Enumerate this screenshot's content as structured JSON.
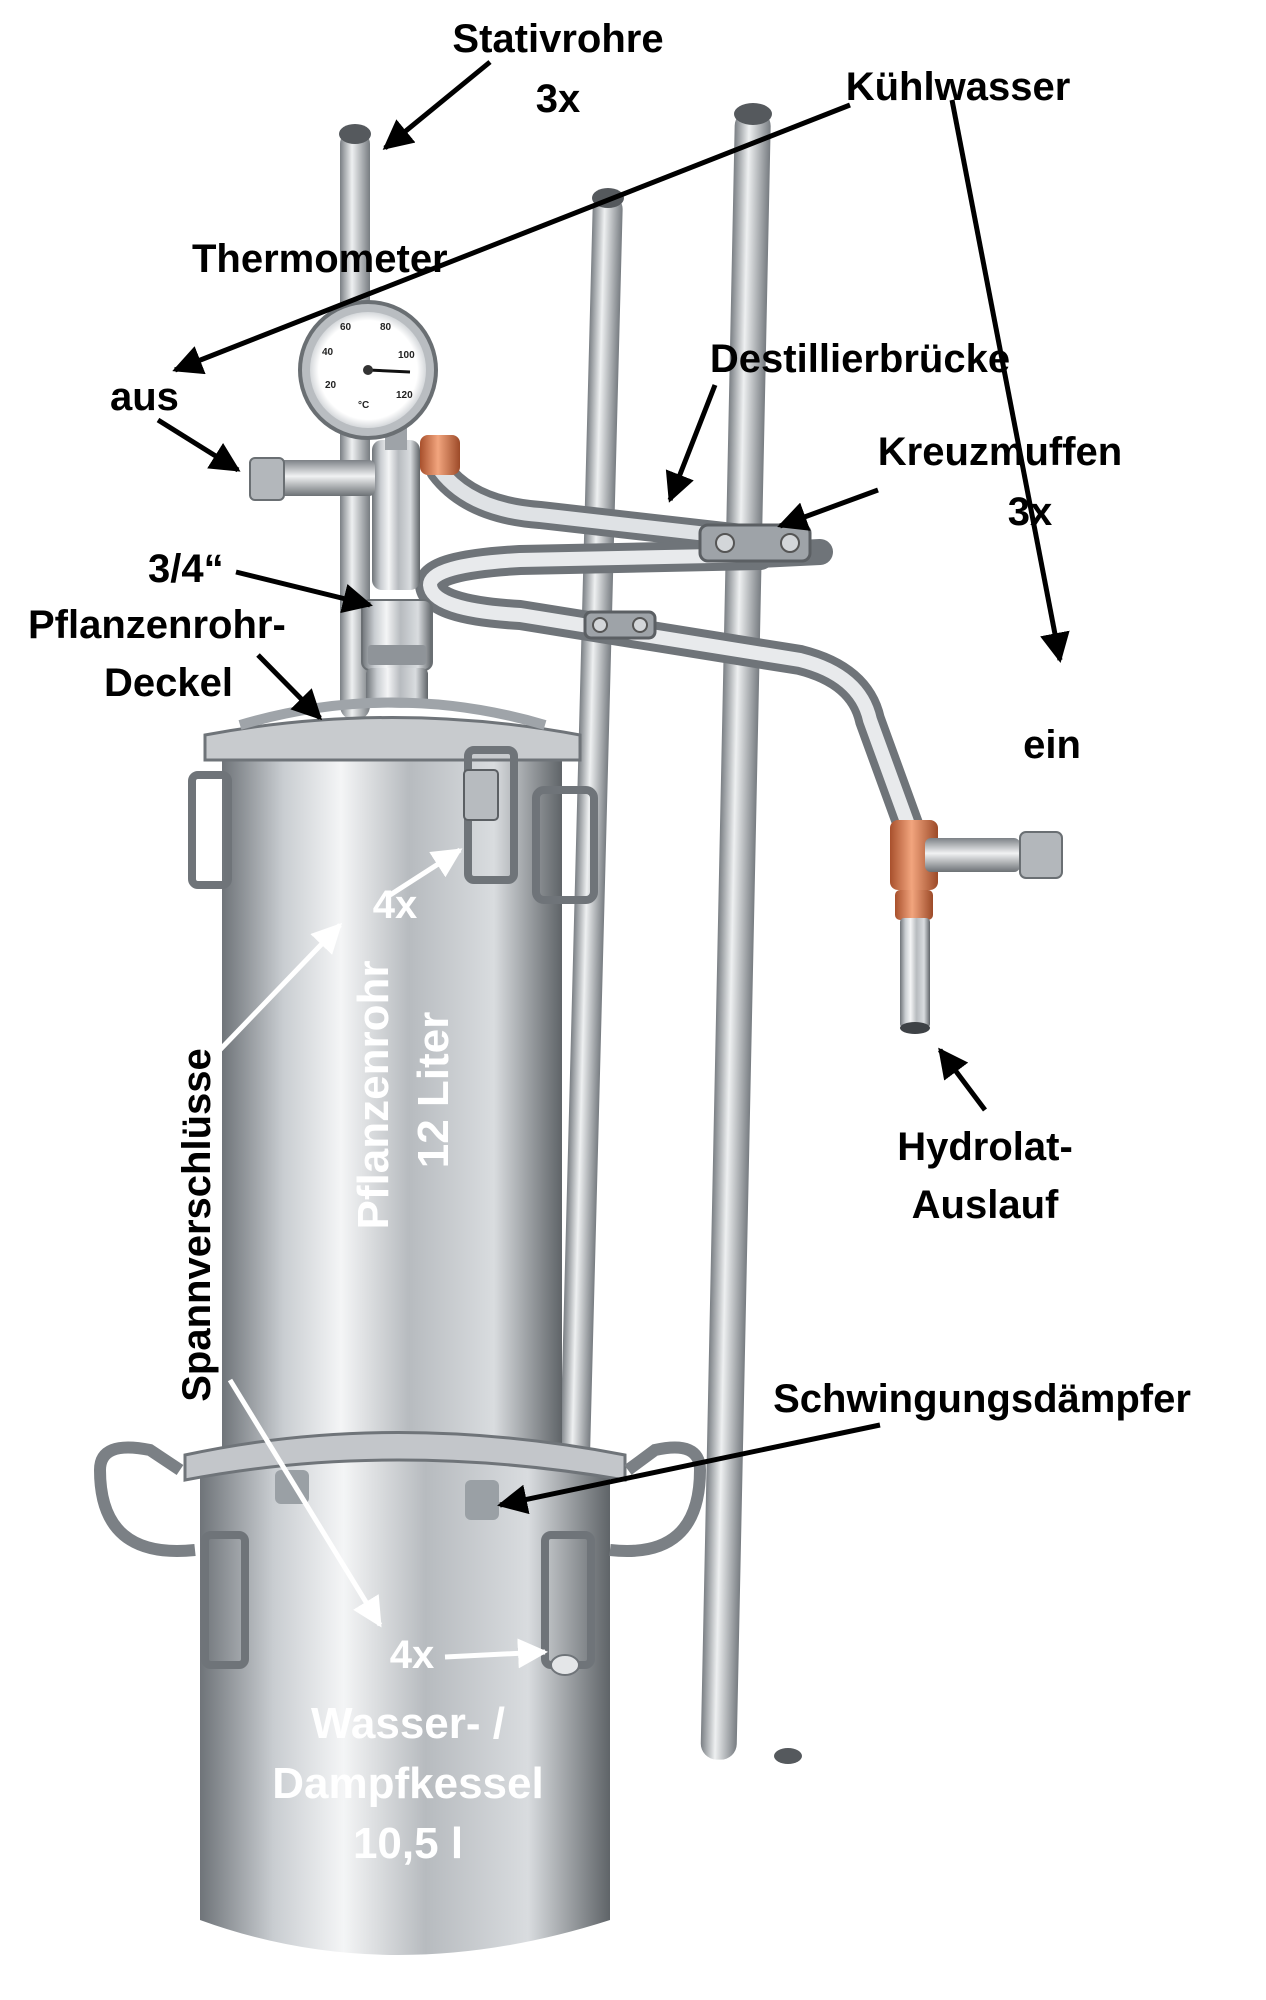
{
  "labels": {
    "stativrohre": "Stativrohre",
    "stativrohre_count": "3x",
    "kuehlwasser": "Kühlwasser",
    "thermometer": "Thermometer",
    "aus": "aus",
    "destillierbruecke": "Destillierbrücke",
    "kreuzmuffen": "Kreuzmuffen",
    "kreuzmuffen_count": "3x",
    "gewinde": "3/4“",
    "pflanzenrohr_deckel_1": "Pflanzenrohr-",
    "pflanzenrohr_deckel_2": "Deckel",
    "ein": "ein",
    "clamps_top_count": "4x",
    "pflanzenrohr_1": "Pflanzenrohr",
    "pflanzenrohr_2": "12 Liter",
    "spannverschluesse": "Spannverschlüsse",
    "hydrolat_1": "Hydrolat-",
    "hydrolat_2": "Auslauf",
    "schwingungsdaempfer": "Schwingungsdämpfer",
    "clamps_bottom_count": "4x",
    "kessel_1": "Wasser- /",
    "kessel_2": "Dampfkessel",
    "kessel_3": "10,5 l"
  },
  "thermometer_dial": {
    "ticks": [
      "20",
      "40",
      "60",
      "80",
      "100",
      "120"
    ],
    "unit": "°C"
  },
  "colors": {
    "steel_light": "#e6e8ea",
    "steel_mid": "#a9adb1",
    "steel_dark": "#6d7277",
    "copper": "#d9744a",
    "arrow": "#000000",
    "arrow_white": "#ffffff"
  }
}
